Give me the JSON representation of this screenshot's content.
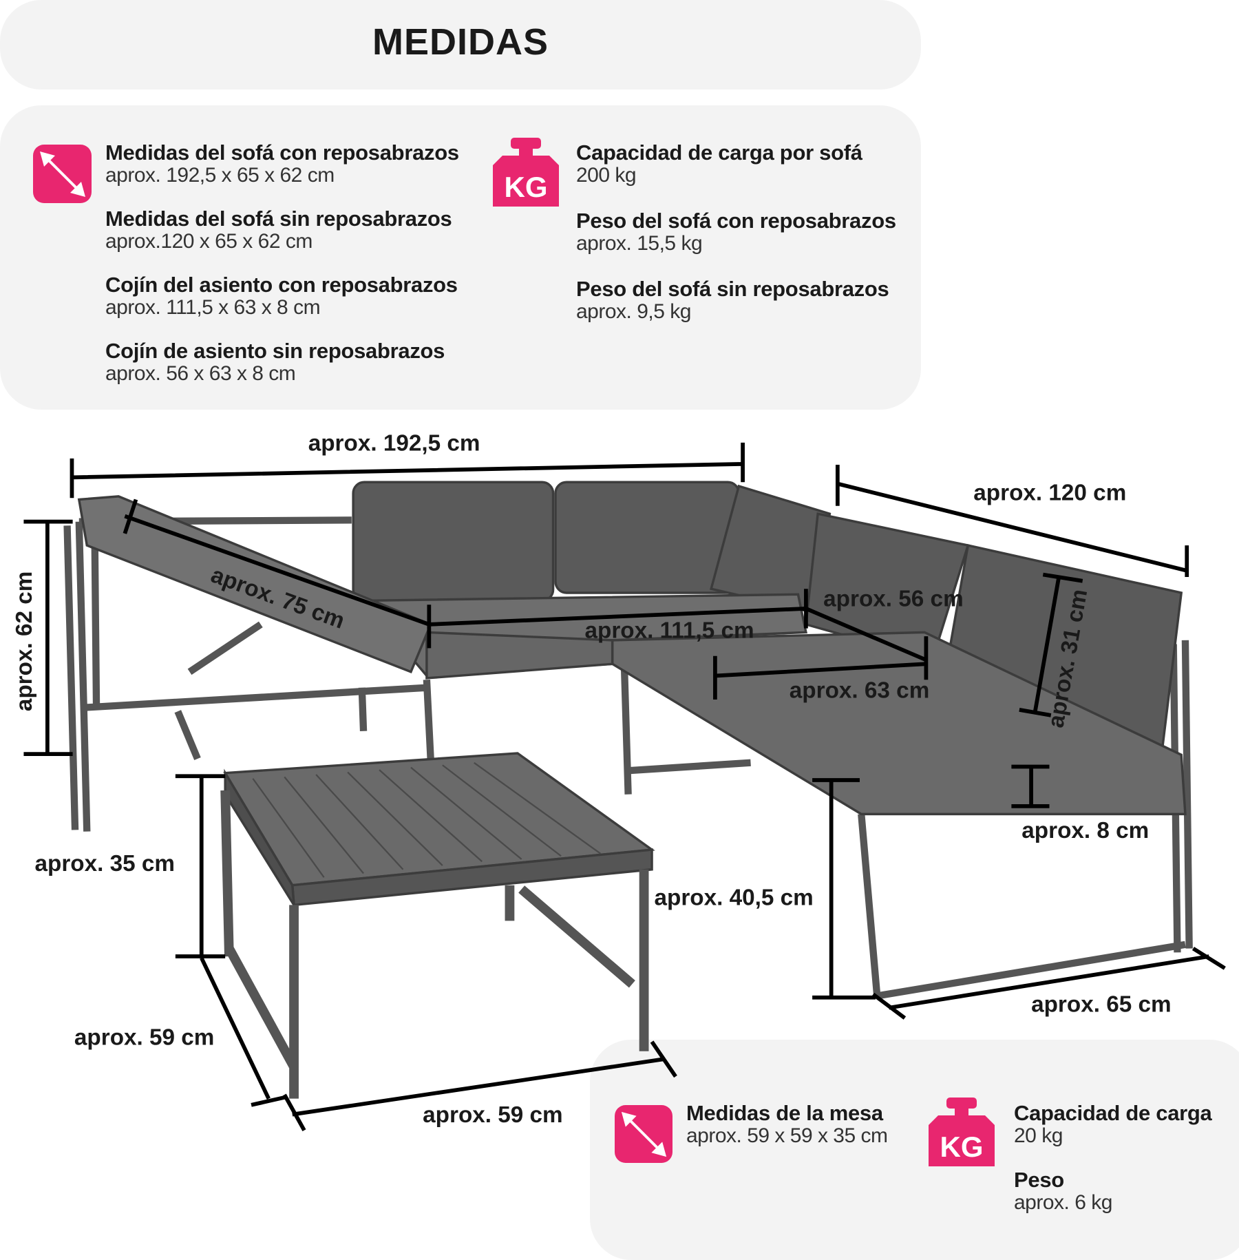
{
  "title": "MEDIDAS",
  "colors": {
    "accent": "#e8266f",
    "panel": "#f3f3f3"
  },
  "sofa_specs": {
    "dimensions": [
      {
        "label": "Medidas del sofá con reposabrazos",
        "value": "aprox. 192,5 x 65 x 62 cm"
      },
      {
        "label": "Medidas del sofá sin reposabrazos",
        "value": "aprox.120 x 65 x 62 cm"
      },
      {
        "label": "Cojín del asiento con reposabrazos",
        "value": "aprox. 111,5 x 63 x 8 cm"
      },
      {
        "label": "Cojín de asiento sin reposabrazos",
        "value": "aprox. 56 x 63 x 8 cm"
      }
    ],
    "weights": [
      {
        "label": "Capacidad de carga por sofá",
        "value": "200 kg"
      },
      {
        "label": "Peso del sofá con reposabrazos",
        "value": "aprox. 15,5 kg"
      },
      {
        "label": "Peso del sofá sin reposabrazos",
        "value": "aprox. 9,5 kg"
      }
    ],
    "icon_text": "KG"
  },
  "table_specs": {
    "dimensions": {
      "label": "Medidas de la mesa",
      "value": "aprox. 59 x 59 x 35 cm"
    },
    "load": {
      "label": "Capacidad de carga",
      "value": "20 kg"
    },
    "weight": {
      "label": "Peso",
      "value": "aprox. 6 kg"
    },
    "icon_text": "KG"
  },
  "drawing_labels": {
    "total_width": "aprox. 192,5 cm",
    "side_width": "aprox. 120 cm",
    "height": "aprox. 62 cm",
    "recliner_length": "aprox. 75 cm",
    "cushion_long": "aprox. 111,5 cm",
    "cushion_short": "aprox. 56 cm",
    "back_cushion": "aprox. 31 cm",
    "cushion_depth": "aprox. 63 cm",
    "cushion_thickness": "aprox. 8 cm",
    "table_height": "aprox. 35 cm",
    "seat_height": "aprox. 40,5 cm",
    "sofa_depth": "aprox. 65 cm",
    "table_depth": "aprox. 59 cm",
    "table_width": "aprox. 59 cm"
  }
}
